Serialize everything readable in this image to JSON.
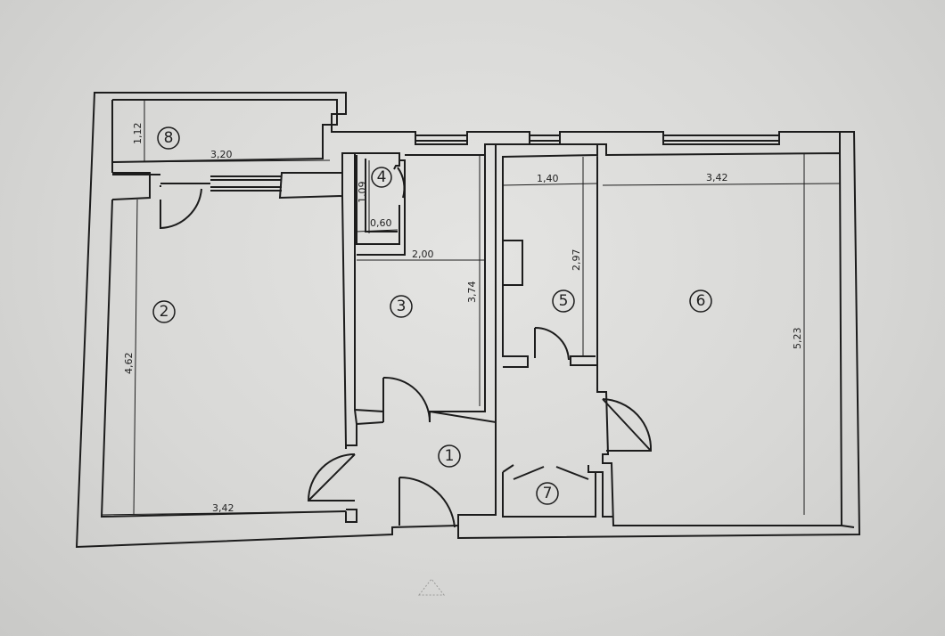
{
  "rooms": [
    {
      "id": "room-1",
      "label": "1"
    },
    {
      "id": "room-2",
      "label": "2"
    },
    {
      "id": "room-3",
      "label": "3"
    },
    {
      "id": "room-4",
      "label": "4"
    },
    {
      "id": "room-5",
      "label": "5"
    },
    {
      "id": "room-6",
      "label": "6"
    },
    {
      "id": "room-7",
      "label": "7"
    },
    {
      "id": "room-8",
      "label": "8"
    }
  ],
  "dimensions": {
    "room8_depth": "1,12",
    "room8_width": "3,20",
    "room4_height": "1,09",
    "room4_width": "0,60",
    "room3_width": "2,00",
    "room3_height": "3,74",
    "room5_width": "1,40",
    "room5_height": "2,97",
    "room6_width": "3,42",
    "room6_height": "5,23",
    "room2_height": "4,62",
    "room2_width": "3,42"
  }
}
